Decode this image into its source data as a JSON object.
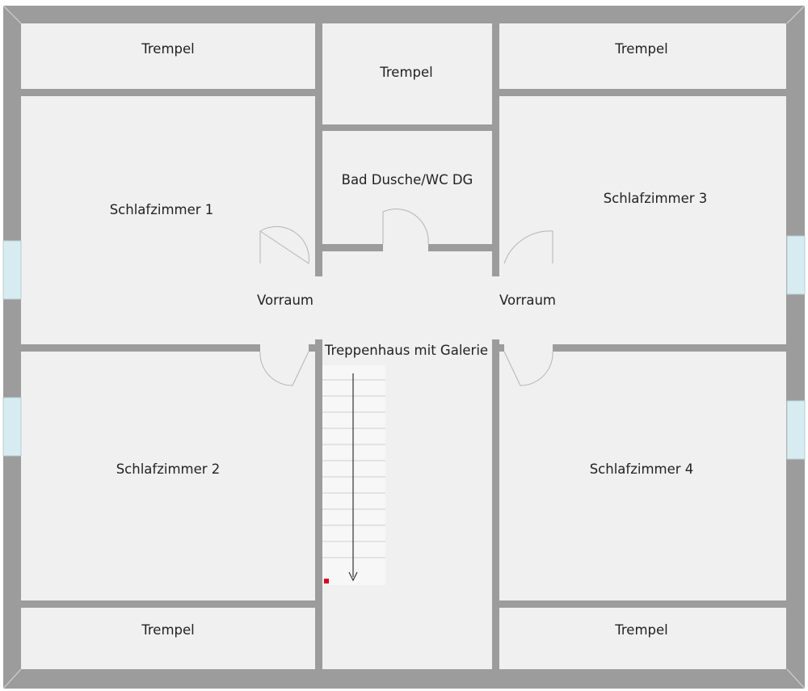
{
  "colors": {
    "wall": "#9c9c9c",
    "wall_dark": "#7a7a7a",
    "floor": "#f0f0f0",
    "window_glass": "#d6ecf0",
    "stairs_tread": "#f7f7f7",
    "stairs_line": "#c9c9c9",
    "marker": "#e0001b"
  },
  "rooms": {
    "trempel_top_left": "Trempel",
    "trempel_top_center": "Trempel",
    "trempel_top_right": "Trempel",
    "bath": "Bad Dusche/WC DG",
    "bedroom_1": "Schlafzimmer 1",
    "bedroom_2": "Schlafzimmer 2",
    "bedroom_3": "Schlafzimmer 3",
    "bedroom_4": "Schlafzimmer 4",
    "anteroom_left": "Vorraum",
    "anteroom_right": "Vorraum",
    "stairwell": "Treppenhaus mit Galerie",
    "trempel_bottom_left": "Trempel",
    "trempel_bottom_right": "Trempel"
  },
  "icons": {
    "stair_direction": "arrow-down-icon",
    "marker": "red-square-marker"
  }
}
